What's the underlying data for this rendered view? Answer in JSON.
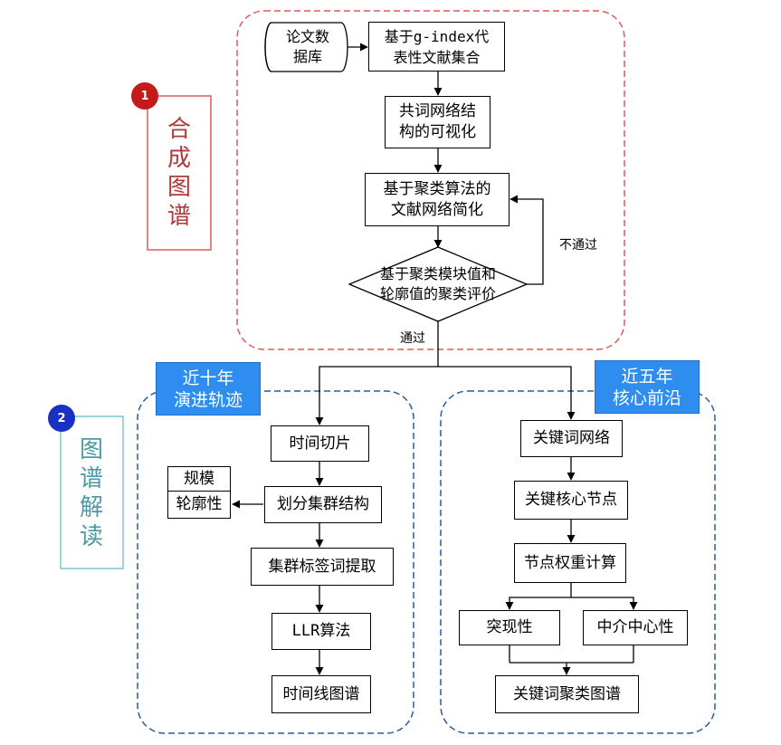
{
  "stages": {
    "synthesis": {
      "number": "1",
      "label": "合\n成\n图\n谱"
    },
    "interpretation": {
      "number": "2",
      "label": "图\n谱\n解\n读"
    }
  },
  "top_flow": {
    "database": "论文数\n据库",
    "g_index": "基于g-index代\n表性文献集合",
    "visualization": "共词网络结\n构的可视化",
    "simplify": "基于聚类算法的\n文献网络简化",
    "evaluate": "基于聚类模块值和\n轮廓值的聚类评价",
    "fail_label": "不通过",
    "pass_label": "通过"
  },
  "left_panel": {
    "title": "近十年\n演进轨迹",
    "steps": [
      "时间切片",
      "划分集群结构",
      "集群标签词提取",
      "LLR算法",
      "时间线图谱"
    ],
    "side_box": [
      "规模",
      "轮廓性"
    ]
  },
  "right_panel": {
    "title": "近五年\n核心前沿",
    "steps": [
      "关键词网络",
      "关键核心节点",
      "节点权重计算"
    ],
    "branches": [
      "突现性",
      "中介中心性"
    ],
    "result": "关键词聚类图谱"
  },
  "colors": {
    "stage1_border": "#e05a5a",
    "stage1_label": "#b03a3a",
    "stage1_badge": "#c41a1a",
    "stage2_border": "#2c5aa0",
    "stage2_label": "#4a9aa6",
    "stage2_badge": "#1a2fc4",
    "section_title_fill": "#2f8df0"
  }
}
